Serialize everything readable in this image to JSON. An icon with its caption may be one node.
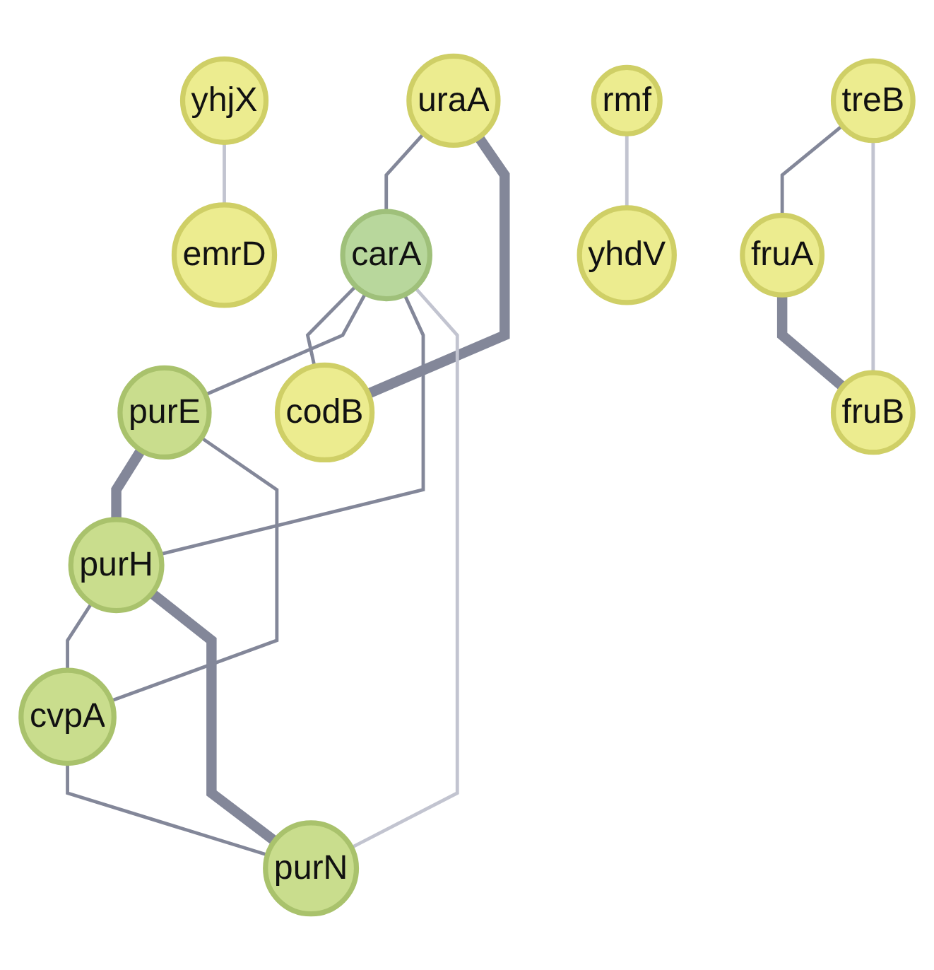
{
  "diagram": {
    "nodes": [
      {
        "text": [
          "purE"
        ]
      },
      {
        "text": [
          "yhjX"
        ]
      },
      {
        "text": [
          "uraA"
        ]
      },
      {
        "text": [
          "cvpA"
        ]
      },
      {
        "text": [
          "purH"
        ]
      },
      {
        "text": [
          "carA"
        ]
      },
      {
        "text": [
          "emrD"
        ]
      },
      {
        "text": [
          "purN"
        ]
      },
      {
        "text": [
          "codB"
        ]
      },
      {
        "text": [
          "rmf"
        ]
      },
      {
        "text": [
          "treB"
        ]
      },
      {
        "text": [
          "fruA"
        ]
      },
      {
        "text": [
          "fruB"
        ]
      },
      {
        "text": [
          "yhdV"
        ]
      }
    ],
    "edges": [
      {
        "from": 2,
        "to": 5,
        "arrow": "none"
      },
      {
        "from": 2,
        "to": 8,
        "arrow": "none",
        "style": "thick"
      },
      {
        "from": 5,
        "to": 8,
        "arrow": "none"
      },
      {
        "from": 5,
        "to": 0,
        "arrow": "none"
      },
      {
        "from": 5,
        "to": 4,
        "arrow": "none"
      },
      {
        "from": 5,
        "to": 7,
        "arrow": "none",
        "color": "#c2c4d0"
      },
      {
        "from": 0,
        "to": 4,
        "arrow": "none",
        "style": "thick"
      },
      {
        "from": 0,
        "to": 3,
        "arrow": "none"
      },
      {
        "from": 4,
        "to": 3,
        "arrow": "none"
      },
      {
        "from": 4,
        "to": 7,
        "arrow": "none",
        "style": "thick"
      },
      {
        "from": 3,
        "to": 7,
        "arrow": "none"
      },
      {
        "from": 1,
        "to": 6,
        "arrow": "none",
        "color": "#c2c4d0"
      },
      {
        "from": 9,
        "to": 13,
        "arrow": "none",
        "color": "#c2c4d0"
      },
      {
        "from": 10,
        "to": 11,
        "arrow": "none"
      },
      {
        "from": 10,
        "to": 12,
        "arrow": "none",
        "color": "#c2c4d0"
      },
      {
        "from": 11,
        "to": 12,
        "arrow": "none",
        "style": "thick"
      }
    ]
  }
}
